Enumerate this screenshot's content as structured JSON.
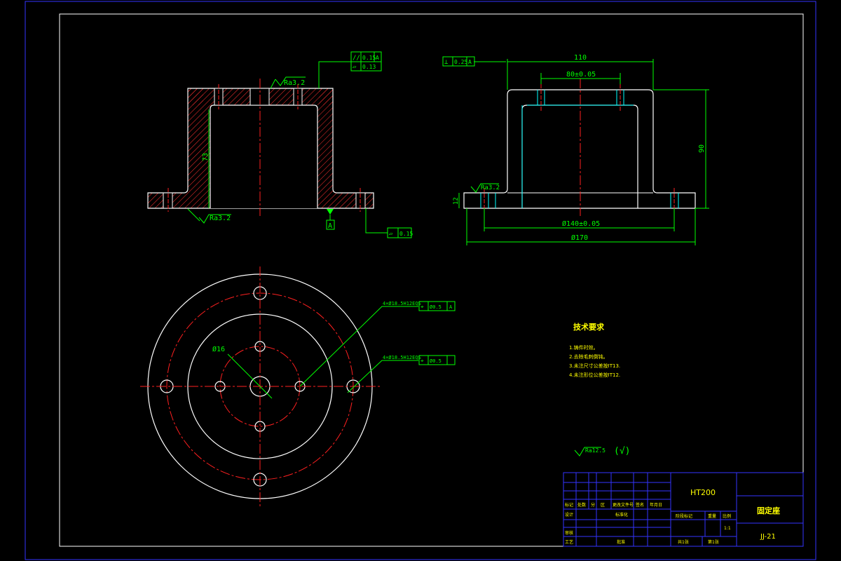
{
  "drawing": {
    "material": "HT200",
    "part_name": "固定座",
    "drawing_number": "JJ-21",
    "scale": "1:1"
  },
  "section_view": {
    "height_dim": "73",
    "roughness_top": "Ra3.2",
    "roughness_bottom": "Ra3.2",
    "datum": "A",
    "tol_parallel_sym": "//",
    "tol_parallel_val": "0.15",
    "tol_parallel_datum": "A",
    "tol_flat_sym": "▱",
    "tol_flat_val": "0.13",
    "tol_bottom_flat_sym": "▱",
    "tol_bottom_flat_val": "0.15"
  },
  "front_view": {
    "dim_width_top": "110",
    "dim_inner_top": "80±0.05",
    "dim_height": "90",
    "dim_flange": "12",
    "dim_bolt_circle": "Ø140±0.05",
    "dim_outer": "Ø170",
    "roughness": "Ra3.2",
    "tol_perp_sym": "⊥",
    "tol_perp_val": "0.25",
    "tol_perp_datum": "A"
  },
  "plan_view": {
    "center_hole": "Ø16",
    "callout_outer": "4×Ø18.5H12EQS",
    "callout_outer_tol_sym": "⌖",
    "callout_outer_tol_val": "Ø0.5",
    "callout_outer_tol_datum": "A",
    "callout_inner": "4×Ø18.5H12EQS",
    "callout_inner_tol_sym": "⌖",
    "callout_inner_tol_val": "Ø0.5"
  },
  "tech_requirements": {
    "title": "技术要求",
    "items": [
      "1.铸件时效。",
      "2.去除毛刺倒钝。",
      "3.未注尺寸公差按IT13.",
      "4.未注形位公差按IT12."
    ]
  },
  "surface_finish_note": {
    "value": "Ra12.5",
    "symbol": "(√)"
  },
  "title_block": {
    "headers": [
      "标记",
      "处数",
      "分",
      "区",
      "更改文件号",
      "签名",
      "年月日"
    ],
    "rows": [
      "设计",
      "标准化",
      "审核",
      "工艺",
      "批准"
    ],
    "stage_label": "阶段标记",
    "weight_label": "重量",
    "scale_label": "比例",
    "sheets_total": "共1张",
    "sheet_no": "第1张"
  },
  "colors": {
    "frame": "#3333ff",
    "outline": "#ffffff",
    "dimension": "#00ff00",
    "centerline": "#ff2020",
    "hatch": "#ff3030",
    "hidden": "#00ffff",
    "annotation": "#ffff00"
  }
}
